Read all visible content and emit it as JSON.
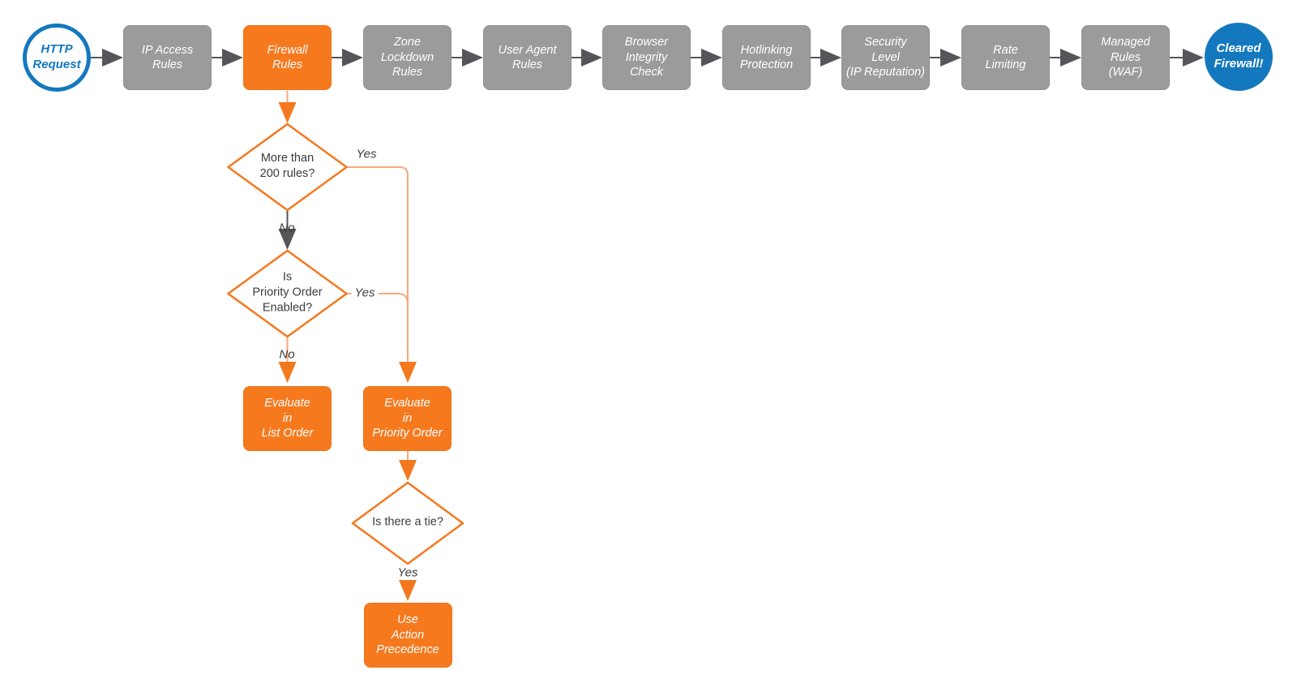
{
  "colors": {
    "blue": "#1478BE",
    "orange": "#F6791E",
    "orange-line": "#F9A87C",
    "orange-stroke": "#F4781D",
    "gray-node": "#9B9B9B",
    "arrow-dark": "#55565A",
    "text-dark": "#3B3B3B"
  },
  "flow": {
    "start": {
      "label": "HTTP\nRequest"
    },
    "end": {
      "label": "Cleared\nFirewall!"
    },
    "stages": [
      {
        "label": "IP Access\nRules"
      },
      {
        "label": "Firewall\nRules"
      },
      {
        "label": "Zone\nLockdown\nRules"
      },
      {
        "label": "User Agent\nRules"
      },
      {
        "label": "Browser\nIntegrity\nCheck"
      },
      {
        "label": "Hotlinking\nProtection"
      },
      {
        "label": "Security\nLevel\n(IP Reputation)"
      },
      {
        "label": "Rate\nLimiting"
      },
      {
        "label": "Managed\nRules\n(WAF)"
      }
    ],
    "decisions": [
      {
        "label": "More than\n200 rules?",
        "yes_label": "Yes",
        "no_label": "No"
      },
      {
        "label": "Is\nPriority Order\nEnabled?",
        "yes_label": "Yes",
        "no_label": "No"
      },
      {
        "label": "Is there a tie?",
        "yes_label": "Yes"
      }
    ],
    "actions": [
      {
        "label": "Evaluate\nin\nList Order"
      },
      {
        "label": "Evaluate\nin\nPriority Order"
      },
      {
        "label": "Use\nAction\nPrecedence"
      }
    ]
  }
}
